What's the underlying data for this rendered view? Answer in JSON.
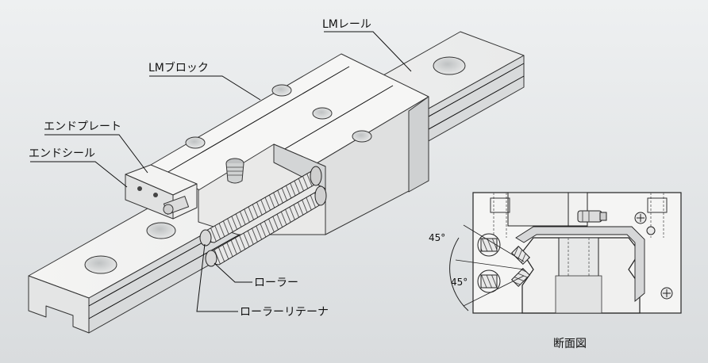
{
  "labels": {
    "lm_rail": "LMレール",
    "lm_block": "LMブロック",
    "end_plate": "エンドプレート",
    "end_seal": "エンドシール",
    "roller": "ローラー",
    "roller_retainer": "ローラーリテーナ",
    "cross_section": "断面図",
    "angle_upper": "45°",
    "angle_lower": "45°"
  },
  "colors": {
    "metal_light": "#f7f7f6",
    "metal_mid": "#e2e3e3",
    "metal_dark": "#c9cbcc",
    "hole": "#d6d8d9",
    "line": "#111111"
  }
}
